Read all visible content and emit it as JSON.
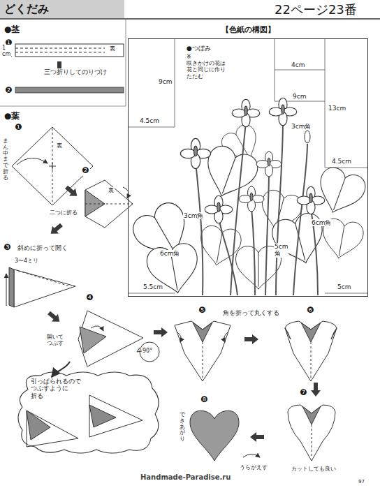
{
  "diagram": {
    "title": "どくだみ",
    "nodes": [
      {
        "text": [
          "【色紙の構図】"
        ]
      },
      {
        "text": [
          "引っぱられるので つぶすように 折る"
        ]
      }
    ],
    "labels": [
      "22ページ23番",
      "●茎",
      "❶",
      "1 cm",
      "裏",
      "三つ折りしてのりづけ",
      "❷",
      "●葉",
      "❶",
      "裏",
      "まん中まで折る",
      "❷",
      "裏",
      "二つに折る",
      "❸",
      "斜めに折って開く",
      "3〜4ミリ",
      "❹",
      "開いて つぶす",
      "90°",
      "❺",
      "角を折って丸くする",
      "❻",
      "❼",
      "カットしても良い",
      "うらがえす",
      "❽",
      "できあがり",
      "●つぼみ",
      "※咲きかけの花は 花と同じに作り たたむ",
      "9cm",
      "4cm",
      "9cm",
      "13cm",
      "4.5cm",
      "3cm角",
      "4.5cm",
      "3cm角",
      "6cm角",
      "6cm角",
      "5cm 角",
      "5.5cm",
      "5cm",
      "97",
      "Handmade-Paradise.ru"
    ]
  }
}
